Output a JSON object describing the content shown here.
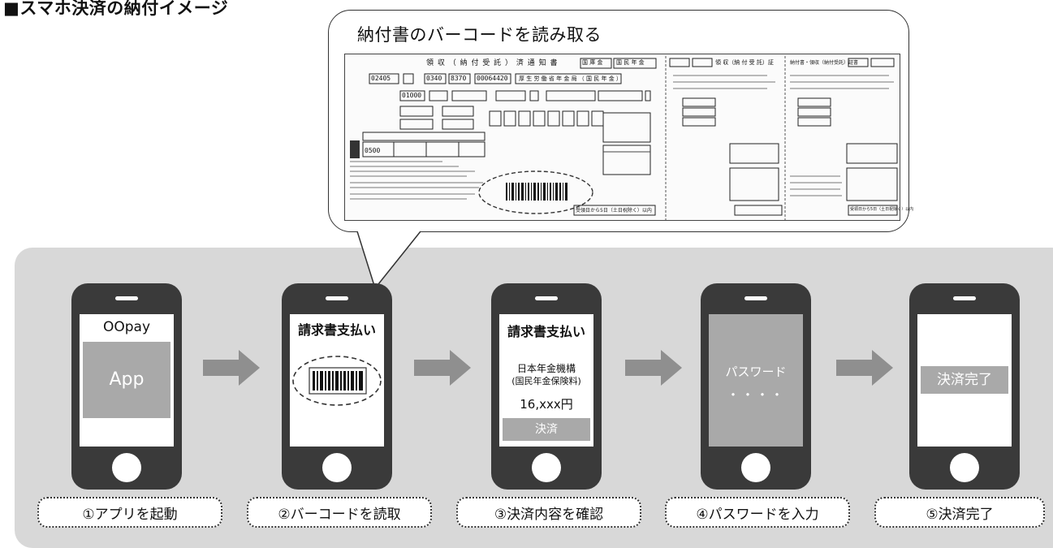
{
  "heading": "■スマホ決済の納付イメージ",
  "bubble": {
    "title": "納付書のバーコードを読み取る"
  },
  "form": {
    "header_title": "領 収 （ 納 付 受 託 ） 済 通 知 書",
    "badge_1": "国 庫 金",
    "badge_2": "国 民 年 金",
    "code_1": "02405",
    "code_2": "0340",
    "code_3": "8370",
    "code_4": "00064420",
    "payee_title": "厚 生 労 働 省 年 金 局 （ 国 民 年 金 ）",
    "field_code": "01000",
    "small_code": "0500",
    "footer_note": "受領日から5日（土日祝除く）以内",
    "side_title_1": "領 収（納 付 受 託）証",
    "side_title_2": "納付書・領収（納付受託）証書",
    "side_footer": "受領日から5日（土日祝除く）以内"
  },
  "phones": [
    {
      "screen_title": "OOpay",
      "app_label": "App"
    },
    {
      "screen_title": "請求書支払い"
    },
    {
      "screen_title": "請求書支払い",
      "payee": "日本年金機構",
      "payee_sub": "(国民年金保険料)",
      "amount": "16,xxx円",
      "button": "決済"
    },
    {
      "password_label": "パスワード",
      "password_mask": "・・・・"
    },
    {
      "done_label": "決済完了"
    }
  ],
  "steps": [
    "①アプリを起動",
    "②バーコードを読取",
    "③決済内容を確認",
    "④パスワードを入力",
    "⑤決済完了"
  ],
  "colors": {
    "panel": "#d8d8d8",
    "phone": "#3a3a3a",
    "arrow": "#8f8f8f",
    "screen_box": "#a9a9a9"
  }
}
